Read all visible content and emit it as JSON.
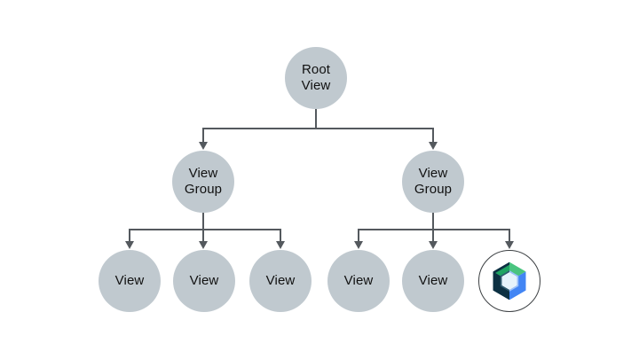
{
  "diagram": {
    "type": "tree",
    "description": "View hierarchy tree diagram",
    "background": "#ffffff",
    "node_fill": "#C0C9CF",
    "connector_color": "#54595E",
    "text_color": "#111111",
    "root": {
      "label": "Root\nView"
    },
    "groups": [
      {
        "label": "View\nGroup",
        "children": [
          {
            "label": "View"
          },
          {
            "label": "View"
          },
          {
            "label": "View"
          }
        ]
      },
      {
        "label": "View\nGroup",
        "children": [
          {
            "label": "View"
          },
          {
            "label": "View"
          },
          {
            "icon": "jetpack-compose-logo"
          }
        ]
      }
    ],
    "compose_logo": {
      "ring_color": "#3C4043",
      "ring_fill": "#ffffff",
      "green_dark": "#1EA462",
      "green_light": "#4AC47F",
      "blue": "#4285F4",
      "blue_light": "#9AC0F9",
      "navy": "#0C3042",
      "navy_light": "#2F5B70",
      "hole_fill": "#E6F3FB"
    }
  }
}
